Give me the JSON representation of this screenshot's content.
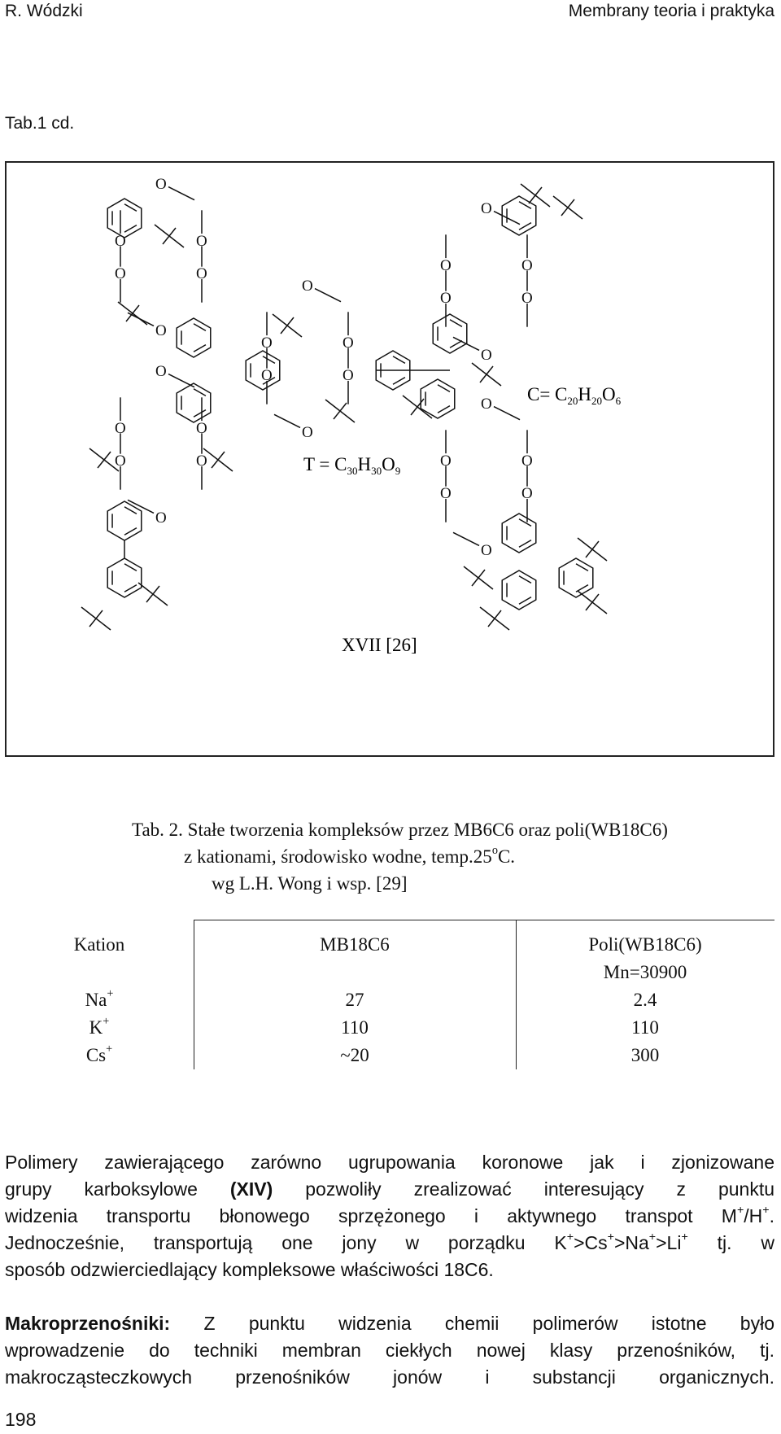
{
  "header": {
    "author": "R. Wódzki",
    "title": "Membrany teoria i praktyka"
  },
  "table_continued_label": "Tab.1 cd.",
  "figure": {
    "compound_label": "XVII [26]",
    "formula_t": {
      "prefix": "T = C",
      "c": "30",
      "h_label": "H",
      "h": "30",
      "o_label": "O",
      "o": "9"
    },
    "formula_c": {
      "prefix": "C= C",
      "c": "20",
      "h_label": "H",
      "h": "20",
      "o_label": "O",
      "o": "6"
    },
    "atom_oxygen": "O"
  },
  "caption": {
    "line1": "Tab. 2. Stałe tworzenia kompleksów przez MB6C6 oraz poli(WB18C6)",
    "line2_pre": "z kationami, środowisko wodne, temp.25",
    "line2_sup": "o",
    "line2_post": "C.",
    "line3": "wg L.H. Wong i wsp. [29]"
  },
  "table": {
    "headers": [
      "Kation",
      "MB18C6",
      "Poli(WB18C6)",
      "Mn=30900"
    ],
    "rows": [
      {
        "ion": "Na",
        "charge": "+",
        "mb": "27",
        "poly": "2.4"
      },
      {
        "ion": "K",
        "charge": "+",
        "mb": "110",
        "poly": "110"
      },
      {
        "ion": "Cs",
        "charge": "+",
        "mb": "~20",
        "poly": "300"
      }
    ]
  },
  "paragraph1": {
    "l1": "Polimery zawierającego zarówno ugrupowania koronowe jak i zjonizowane",
    "l2_pre": "grupy karboksylowe ",
    "l2_bold": "(XIV)",
    "l2_post": " pozwoliły zrealizować interesujący z punktu",
    "l3_pre": "widzenia transportu błonowego sprzężonego i aktywnego transpot M",
    "l3_sup1": "+",
    "l3_mid": "/H",
    "l3_sup2": "+",
    "l3_post": ".",
    "l4_pre": "Jednocześnie, transportują one jony w porządku K",
    "l4_s1": "+",
    "l4_a": ">Cs",
    "l4_s2": "+",
    "l4_b": ">Na",
    "l4_s3": "+",
    "l4_c": ">Li",
    "l4_s4": "+",
    "l4_post": " tj. w",
    "l5": "sposób odzwierciedlający kompleksowe właściwości 18C6."
  },
  "paragraph2": {
    "bold": "Makroprzenośniki:",
    "l1_post": " Z punktu widzenia chemii polimerów istotne było",
    "l2": "wprowadzenie do techniki membran ciekłych nowej klasy przenośników, tj.",
    "l3": "makrocząsteczkowych przenośników jonów i substancji organicznych."
  },
  "page_number": "198"
}
